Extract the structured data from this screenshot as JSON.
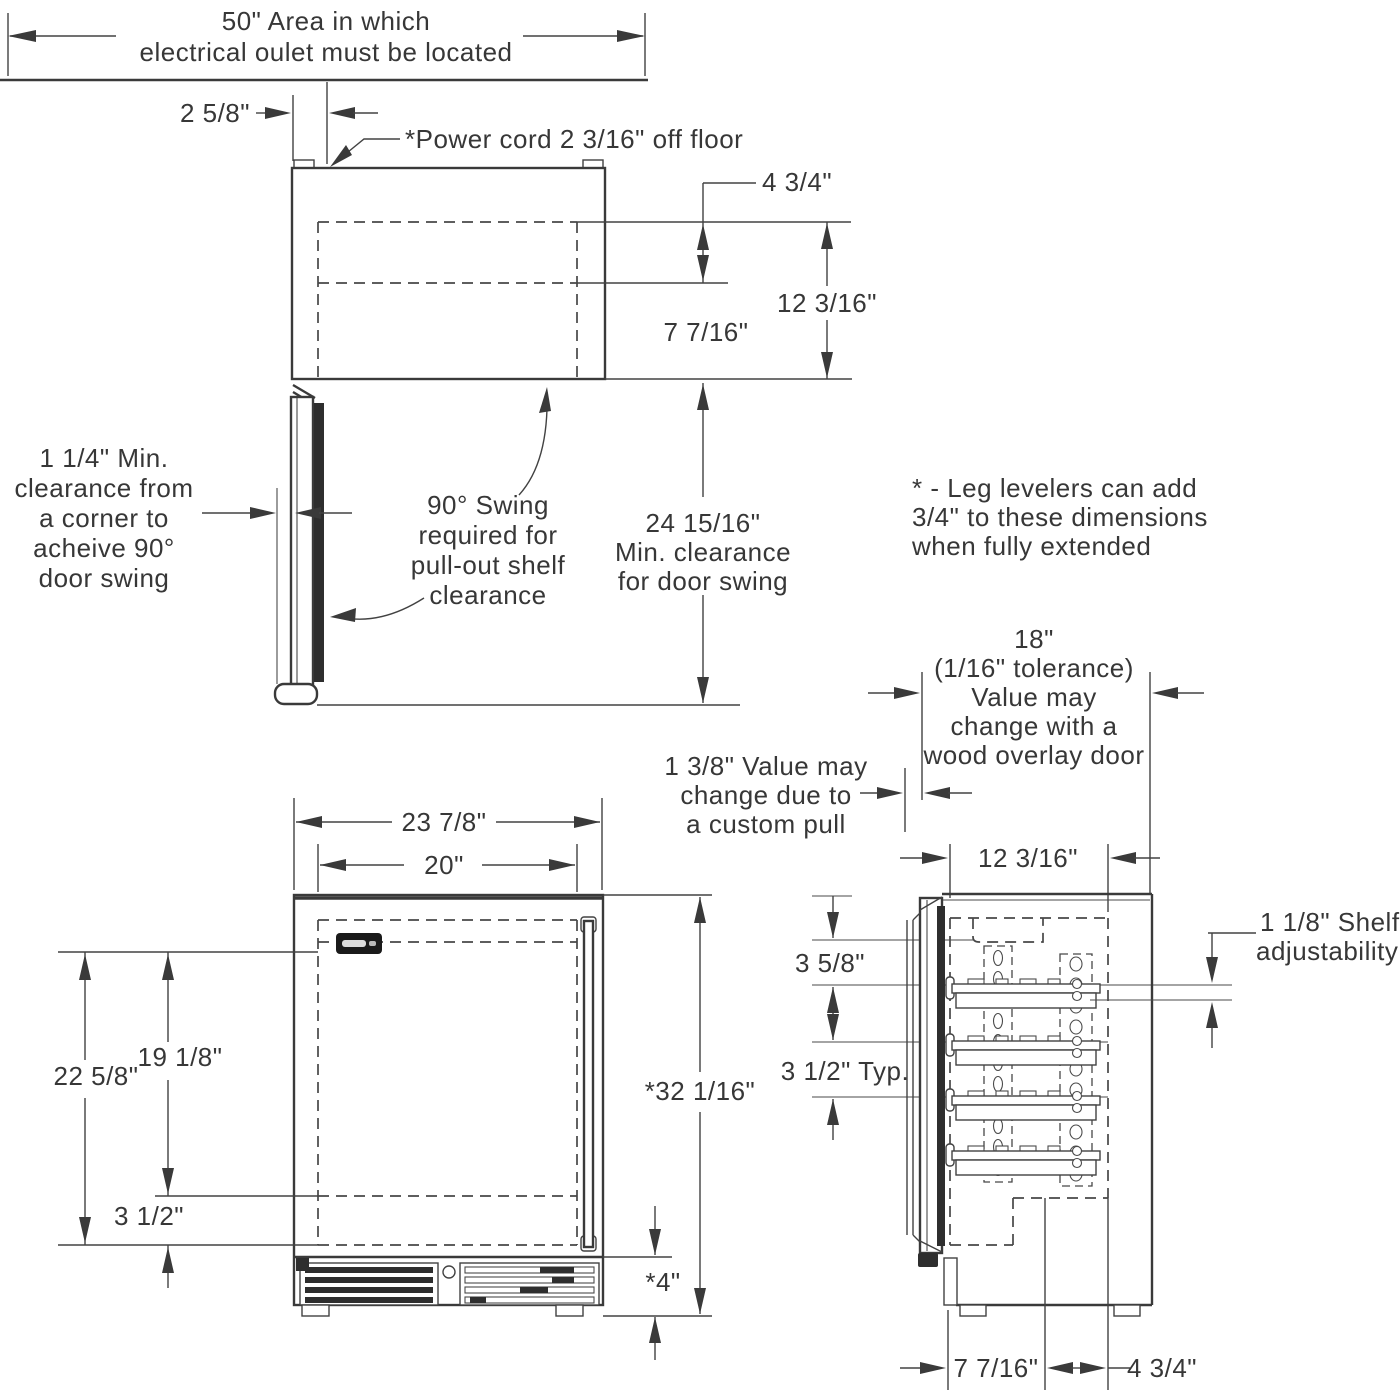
{
  "diagram": {
    "colors": {
      "line": "#3a3a3a",
      "text": "#373737",
      "badge": "#1a1a1a",
      "background": "#ffffff"
    },
    "labels": {
      "outlet_1": "50\" Area in which",
      "outlet_2": "electrical oulet must be located",
      "dim_2_5_8": "2 5/8\"",
      "power_cord": "*Power cord 2 3/16\" off floor",
      "dim_4_3_4": "4 3/4\"",
      "dim_12_3_16": "12 3/16\"",
      "dim_7_7_16": "7 7/16\"",
      "corner_1": "1 1/4\" Min.",
      "corner_2": "clearance from",
      "corner_3": "a corner to",
      "corner_4": "acheive 90°",
      "corner_5": "door swing",
      "swing_1": "90° Swing",
      "swing_2": "required for",
      "swing_3": "pull-out shelf",
      "swing_4": "clearance",
      "door_clear_1": "24 15/16\"",
      "door_clear_2": "Min. clearance",
      "door_clear_3": "for door swing",
      "leg_1": "* - Leg levelers can add",
      "leg_2": "3/4\" to these dimensions",
      "leg_3": "when fully extended",
      "tol_1": "18\"",
      "tol_2": "(1/16\" tolerance)",
      "tol_3": "Value may",
      "tol_4": "change with a",
      "tol_5": "wood overlay door",
      "pull_1": "1 3/8\" Value may",
      "pull_2": "change due to",
      "pull_3": "a custom pull",
      "dim_23_7_8": "23 7/8\"",
      "dim_20": "20\"",
      "dim_22_5_8": "22 5/8\"",
      "dim_19_1_8": "19 1/8\"",
      "dim_3_1_2": "3 1/2\"",
      "dim_32_1_16": "*32 1/16\"",
      "dim_4": "*4\"",
      "dim_12_3_16_side": "12 3/16\"",
      "shelf_adj_1": "1 1/8\" Shelf",
      "shelf_adj_2": "adjustability",
      "dim_3_5_8": "3 5/8\"",
      "dim_3_1_2_typ": "3 1/2\" Typ.",
      "dim_7_7_16_b": "7 7/16\"",
      "dim_4_3_4_b": "4 3/4\""
    }
  }
}
